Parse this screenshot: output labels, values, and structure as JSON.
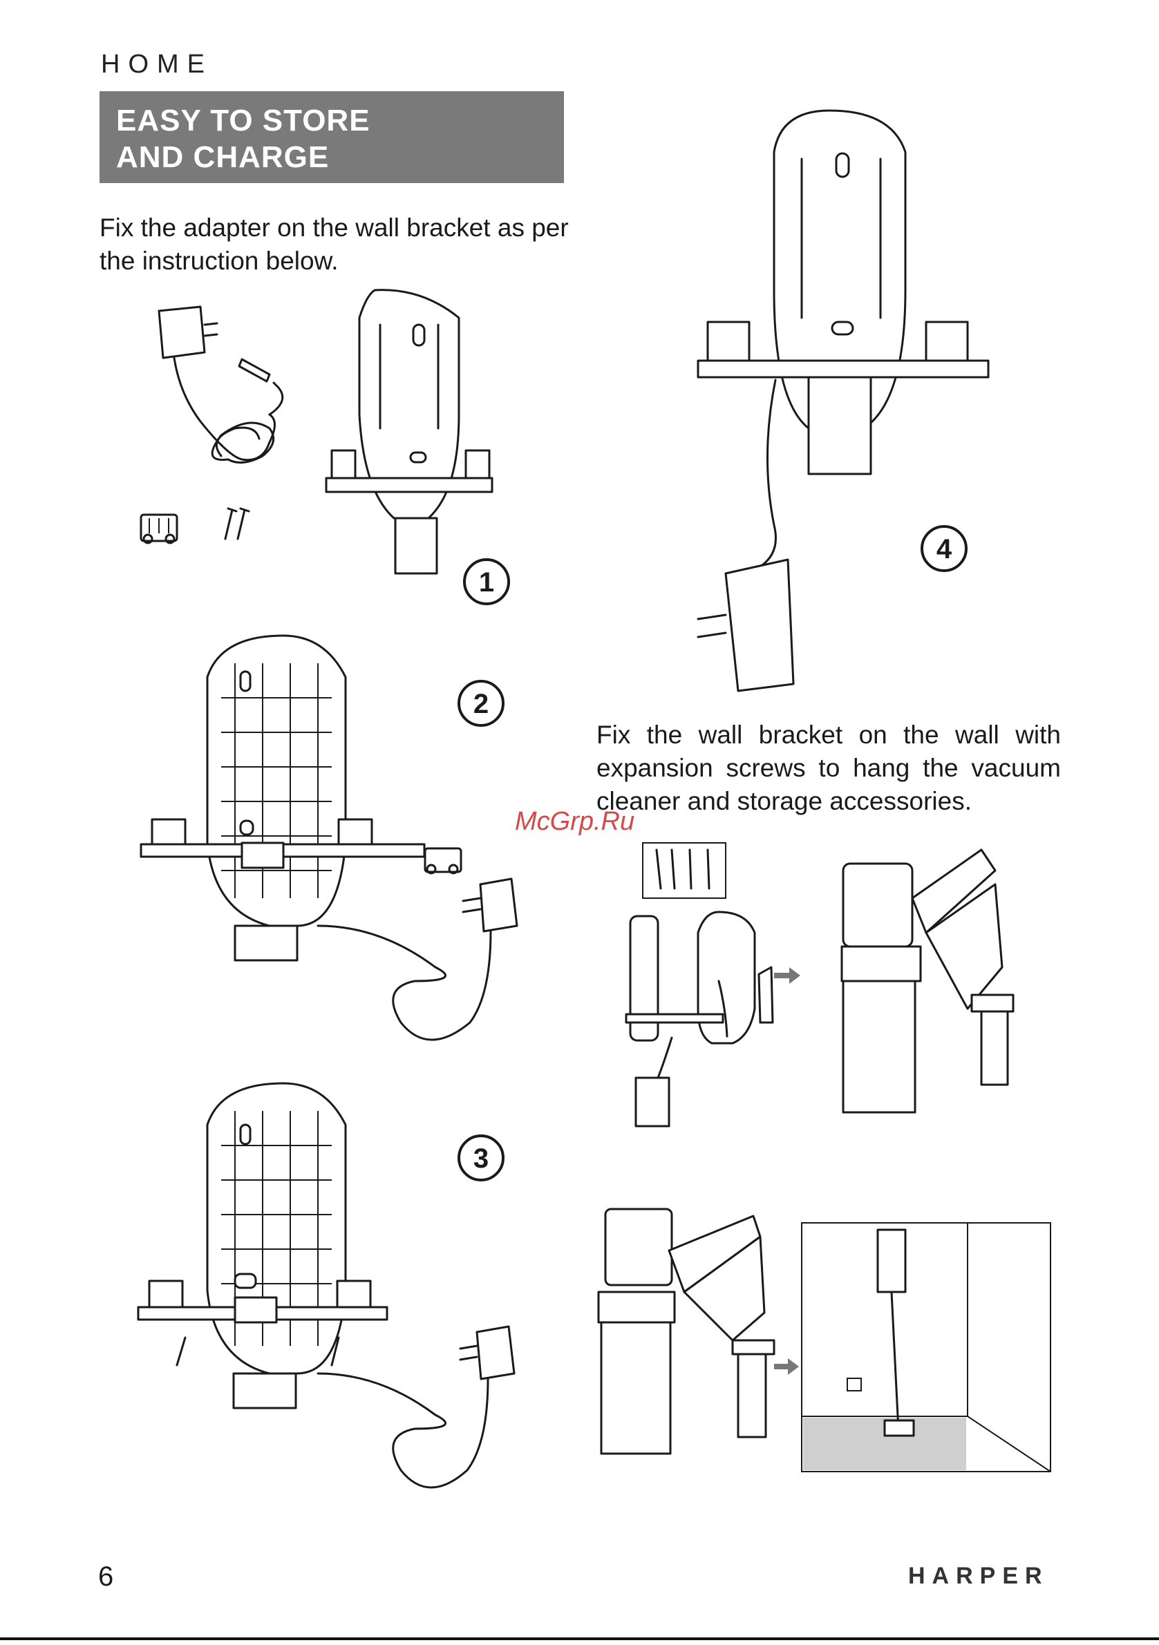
{
  "header": {
    "brand": "HOME",
    "section_title_line1": "EASY TO STORE",
    "section_title_line2": "AND CHARGE"
  },
  "instructions": {
    "adapter_text": "Fix the adapter on the wall bracket as per the instruction below.",
    "wall_text": "Fix the wall bracket on the wall with expansion screws to hang the vacuum cleaner and storage accessories."
  },
  "steps": [
    "1",
    "2",
    "3",
    "4"
  ],
  "watermark": "McGrp.Ru",
  "footer": {
    "page_number": "6",
    "brand": "HARPER"
  },
  "colors": {
    "header_bg": "#7a7a7a",
    "header_text": "#ffffff",
    "watermark": "#d24a4a",
    "arrow": "#777777"
  }
}
